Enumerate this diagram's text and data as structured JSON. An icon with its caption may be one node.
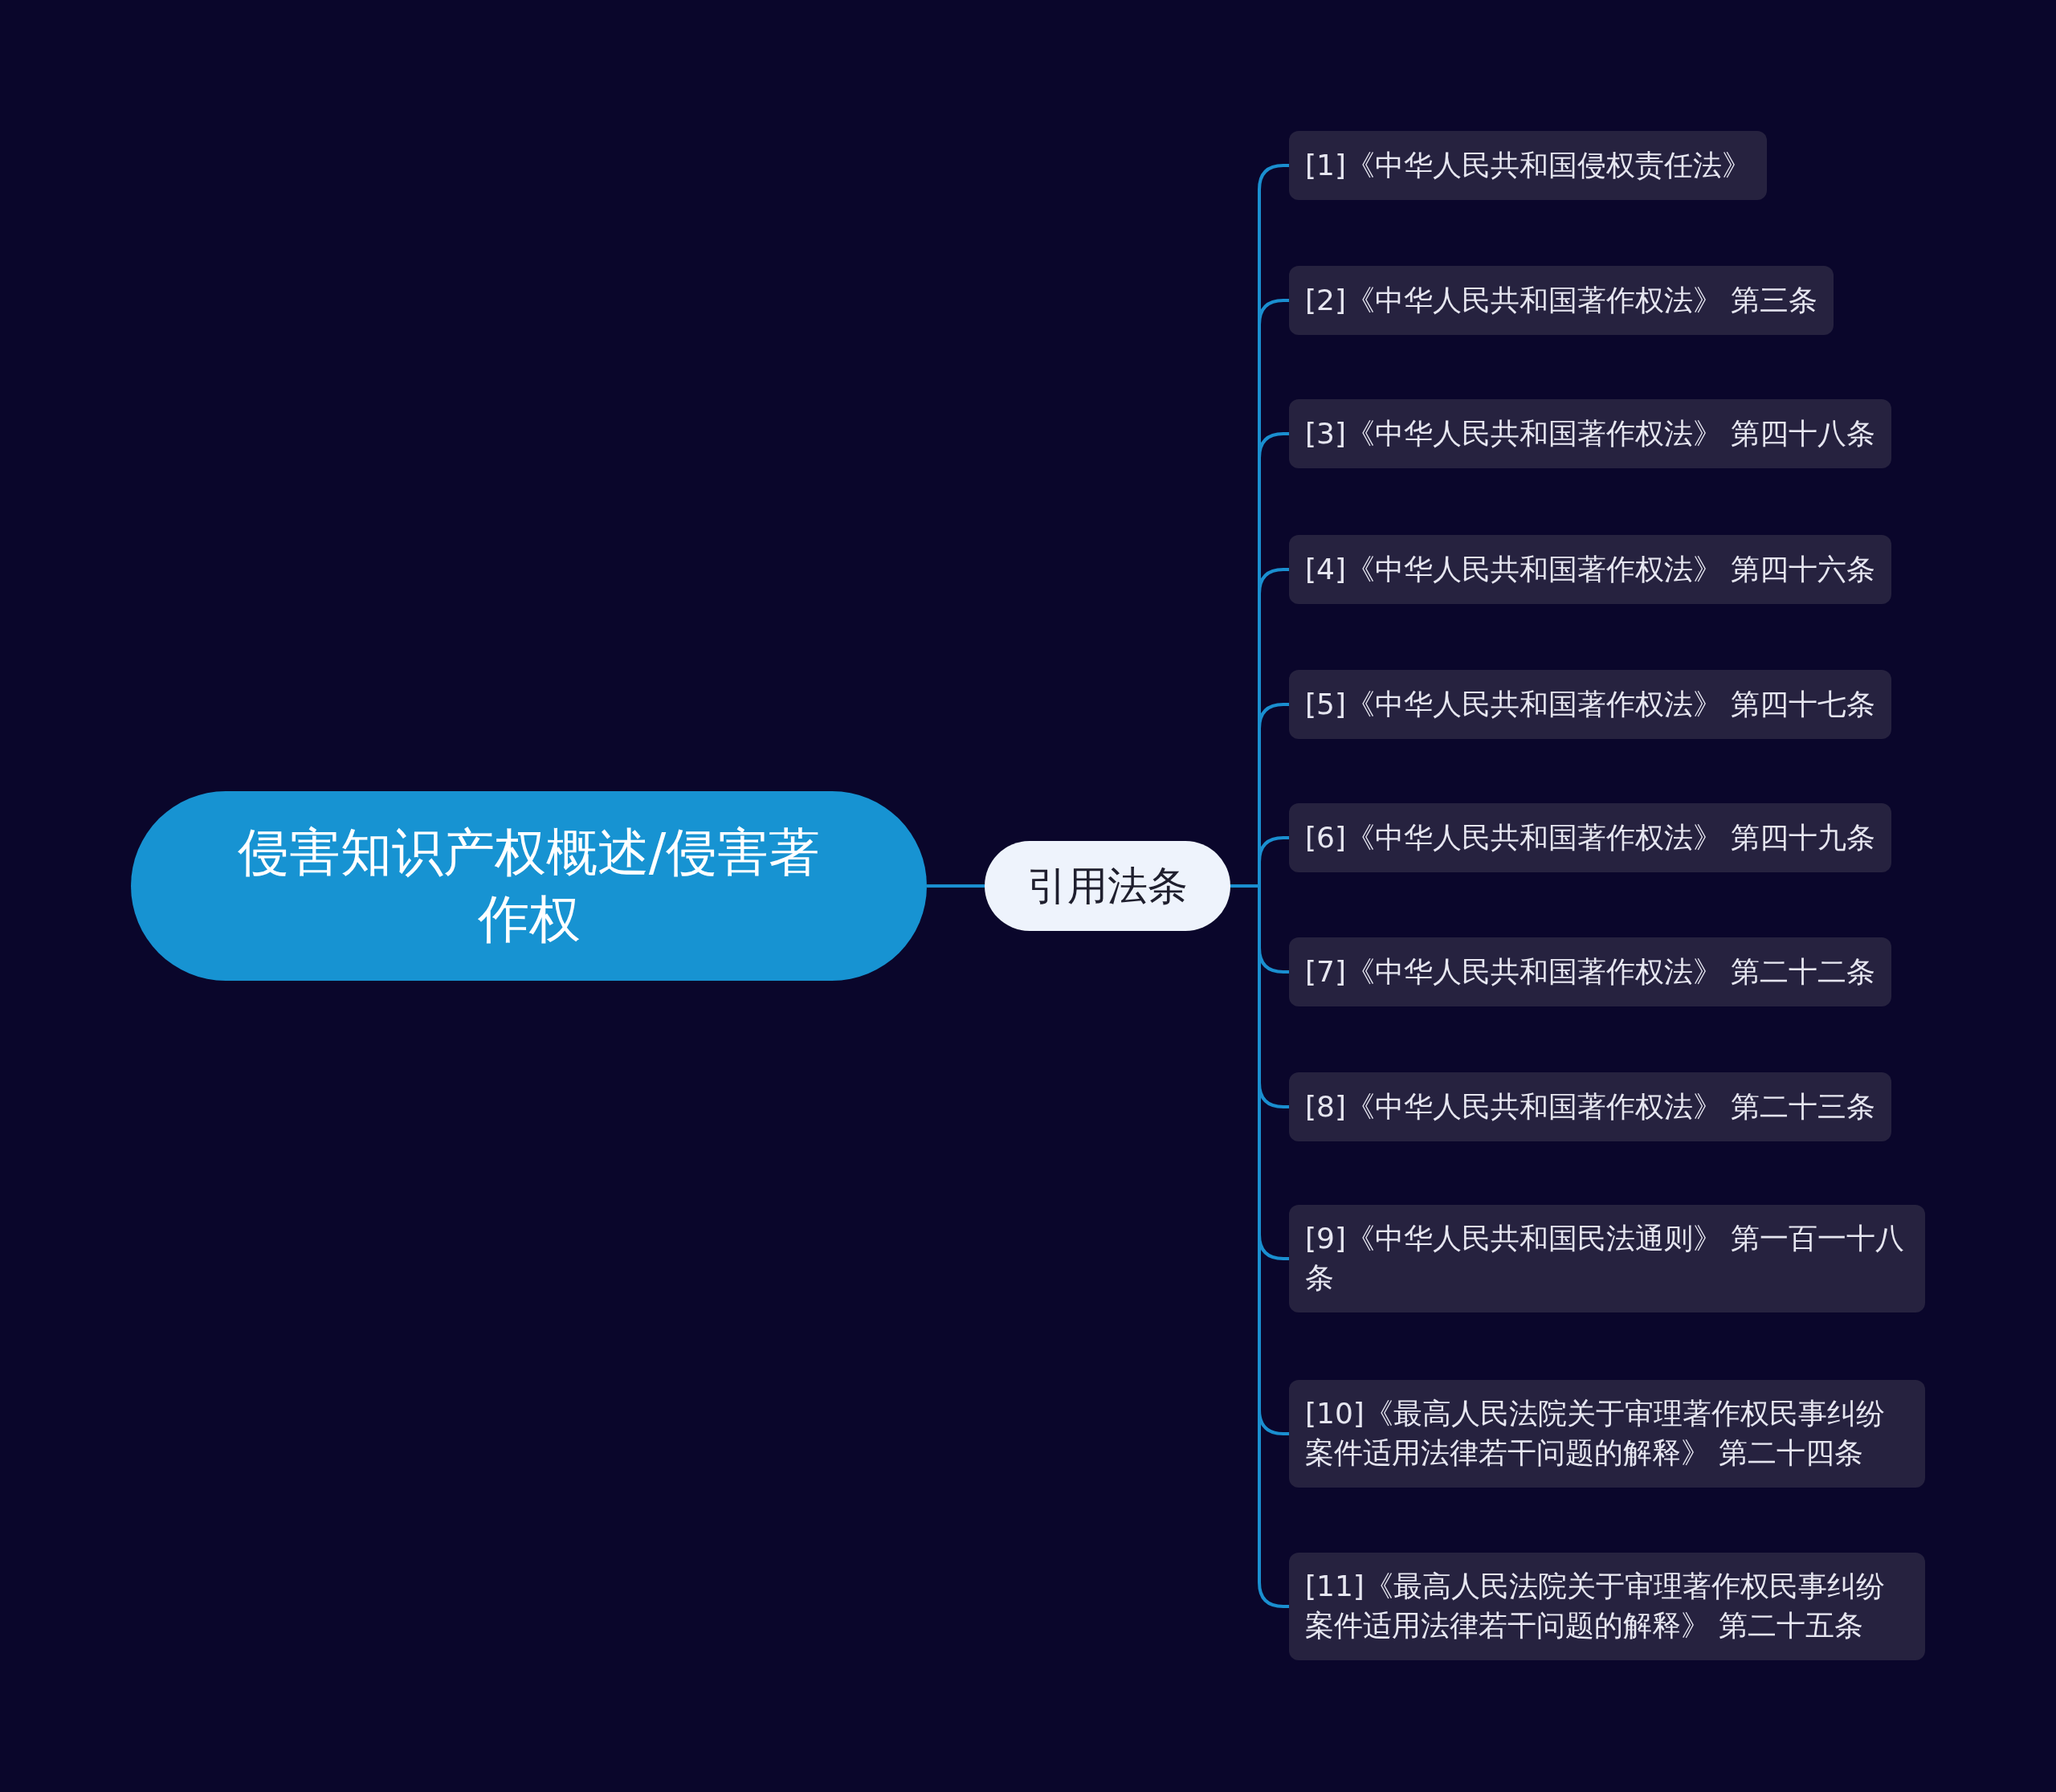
{
  "diagram": {
    "nodes": [
      {
        "text": [
          "侵害知识产权概述/侵害著作权"
        ]
      },
      {
        "text": [
          "引用法条"
        ]
      },
      {
        "text": [
          "[1]《中华人民共和国侵权责任法》"
        ]
      },
      {
        "text": [
          "[2]《中华人民共和国著作权法》 第三条"
        ]
      },
      {
        "text": [
          "[3]《中华人民共和国著作权法》 第四十八条"
        ]
      },
      {
        "text": [
          "[4]《中华人民共和国著作权法》 第四十六条"
        ]
      },
      {
        "text": [
          "[5]《中华人民共和国著作权法》 第四十七条"
        ]
      },
      {
        "text": [
          "[6]《中华人民共和国著作权法》 第四十九条"
        ]
      },
      {
        "text": [
          "[7]《中华人民共和国著作权法》 第二十二条"
        ]
      },
      {
        "text": [
          "[8]《中华人民共和国著作权法》 第二十三条"
        ]
      },
      {
        "text": [
          "[9]《中华人民共和国民法通则》 第一百一十八条"
        ]
      },
      {
        "text": [
          "[10]《最高人民法院关于审理著作权民事纠纷案件适用法律若干问题的解释》 第二十四条"
        ]
      },
      {
        "text": [
          "[11]《最高人民法院关于审理著作权民事纠纷案件适用法律若干问题的解释》 第二十五条"
        ]
      }
    ],
    "edges": [
      {
        "from": 0,
        "to": 1,
        "arrow": "none"
      },
      {
        "from": 1,
        "to": 2,
        "arrow": "none"
      },
      {
        "from": 1,
        "to": 3,
        "arrow": "none"
      },
      {
        "from": 1,
        "to": 4,
        "arrow": "none"
      },
      {
        "from": 1,
        "to": 5,
        "arrow": "none"
      },
      {
        "from": 1,
        "to": 6,
        "arrow": "none"
      },
      {
        "from": 1,
        "to": 7,
        "arrow": "none"
      },
      {
        "from": 1,
        "to": 8,
        "arrow": "none"
      },
      {
        "from": 1,
        "to": 9,
        "arrow": "none"
      },
      {
        "from": 1,
        "to": 10,
        "arrow": "none"
      },
      {
        "from": 1,
        "to": 11,
        "arrow": "none"
      },
      {
        "from": 1,
        "to": 12,
        "arrow": "none"
      }
    ]
  }
}
